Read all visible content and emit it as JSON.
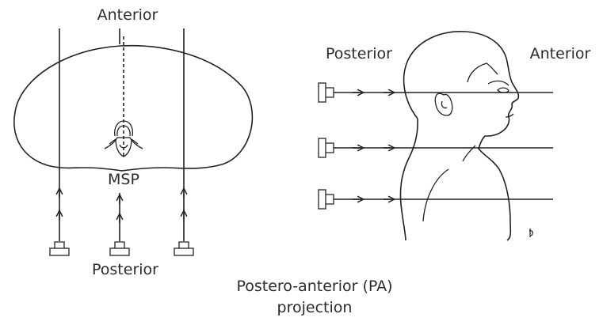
{
  "left_diagram": {
    "top_label": "Anterior",
    "bottom_label": "Posterior",
    "plane_label": "MSP"
  },
  "right_diagram": {
    "left_label": "Posterior",
    "right_label": "Anterior"
  },
  "caption": {
    "line1": "Postero-anterior (PA)",
    "line2": "projection"
  }
}
